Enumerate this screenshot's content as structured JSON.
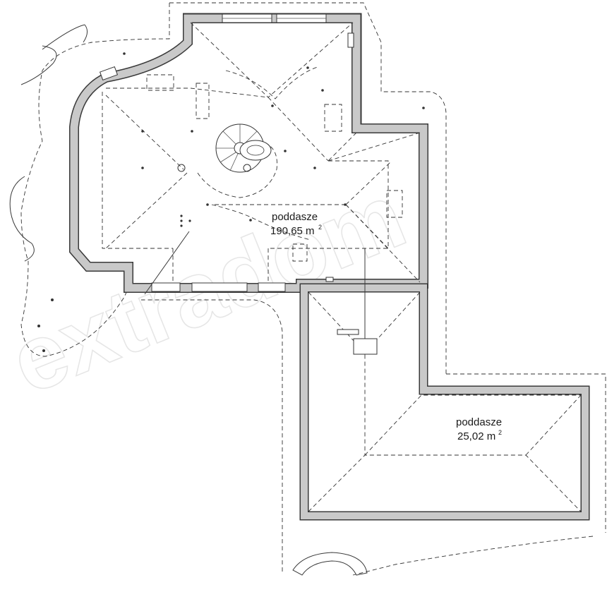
{
  "watermark": "extradom",
  "rooms": [
    {
      "id": "main",
      "name": "poddasze",
      "area": "190,65 m",
      "area_sup": "2"
    },
    {
      "id": "small",
      "name": "poddasze",
      "area": "25,02 m",
      "area_sup": "2"
    }
  ]
}
